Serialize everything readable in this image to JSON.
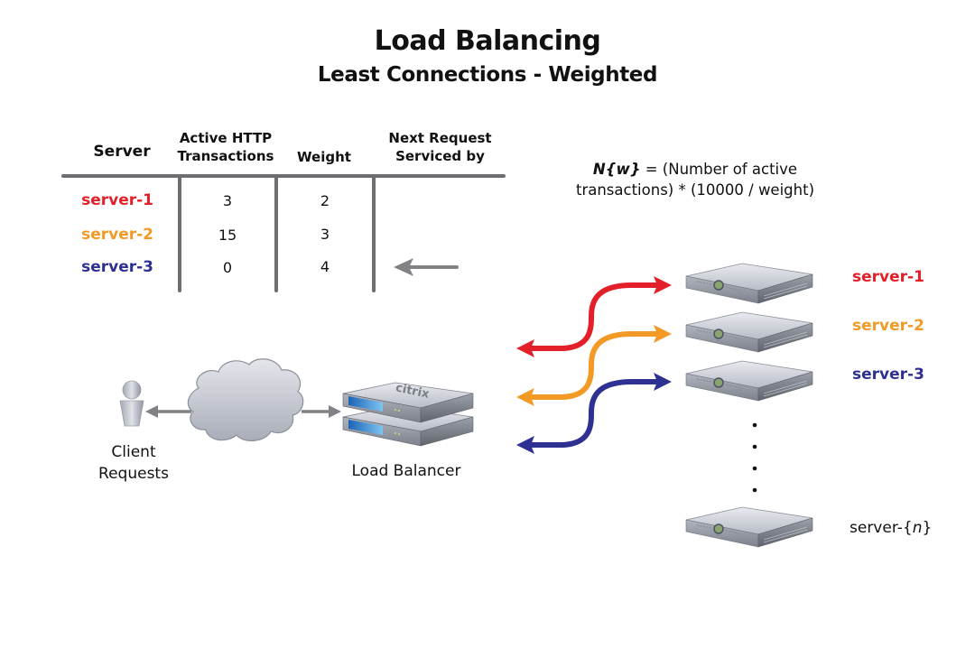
{
  "title": "Load Balancing",
  "subtitle": "Least Connections - Weighted",
  "table": {
    "headers": {
      "server": "Server",
      "active_line1": "Active HTTP",
      "active_line2": "Transactions",
      "weight": "Weight",
      "next_line1": "Next Request",
      "next_line2": "Serviced by"
    },
    "rows": [
      {
        "server": "server-1",
        "active": "3",
        "weight": "2",
        "color": "#e3202a",
        "next": false
      },
      {
        "server": "server-2",
        "active": "15",
        "weight": "3",
        "color": "#f39a26",
        "next": false
      },
      {
        "server": "server-3",
        "active": "0",
        "weight": "4",
        "color": "#2e3192",
        "next": true
      }
    ],
    "next_indicator_icon": "left-arrow-icon"
  },
  "formula": {
    "symbol": "N{w}",
    "line1_rest": " = (Number of active",
    "line2": "transactions) * (10000 / weight)"
  },
  "client": {
    "line1": "Client",
    "line2": "Requests",
    "icon": "user-icon"
  },
  "cloud": {
    "icon": "cloud-icon"
  },
  "load_balancer": {
    "label": "Load Balancer",
    "brand": "citrix",
    "icon": "appliance-icon"
  },
  "servers": [
    {
      "label": "server-1",
      "color": "#e3202a"
    },
    {
      "label": "server-2",
      "color": "#f39a26"
    },
    {
      "label": "server-3",
      "color": "#2e3192"
    },
    {
      "label_prefix": "server-{",
      "label_var": "n",
      "label_suffix": "}",
      "color": "#111111"
    }
  ],
  "colors": {
    "red": "#e3202a",
    "orange": "#f39a26",
    "blue": "#2e3192",
    "gray_line": "#6d6e71",
    "arrow_gray": "#808285"
  }
}
